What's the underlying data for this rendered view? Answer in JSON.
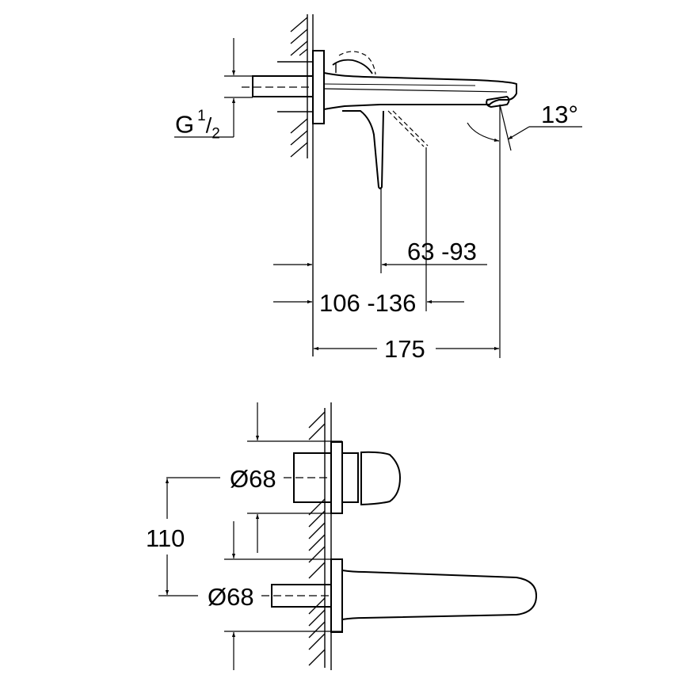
{
  "diagram": {
    "type": "technical-dimension-drawing",
    "subject": "wall-mounted basin mixer (spout + lever handle)",
    "stroke_color": "#000000",
    "background": "#ffffff",
    "side_view": {
      "thread_label_main": "G",
      "thread_label_num": "1",
      "thread_label_den": "2",
      "angle_label": "13°",
      "dim_lever_projection": "63 -93",
      "dim_wall_to_lever": "106 -136",
      "dim_spout_projection": "175"
    },
    "front_view": {
      "diameter_upper": "Ø68",
      "diameter_lower": "Ø68",
      "center_distance": "110"
    }
  }
}
